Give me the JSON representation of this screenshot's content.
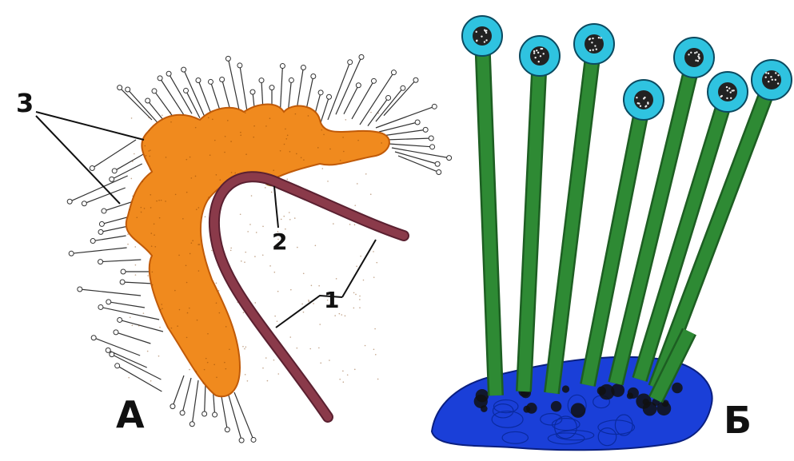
{
  "figure": {
    "panel_a_label": "А",
    "panel_b_label": "Б",
    "callouts": {
      "one": "1",
      "two": "2",
      "three": "3"
    }
  },
  "colors": {
    "cell_body": "#f08a1e",
    "tube": "#8a3a4a",
    "nucleus": "#f2e34a",
    "stalk": "#2e8a34",
    "stalk_dark": "#1d5e22",
    "stalk_head": "#2fc3e0",
    "substrate": "#1a3fd8",
    "hair": "#333333"
  },
  "icons": {
    "panel_a": "suctorian-cell-illustration",
    "panel_b": "stalked-colony-illustration"
  }
}
